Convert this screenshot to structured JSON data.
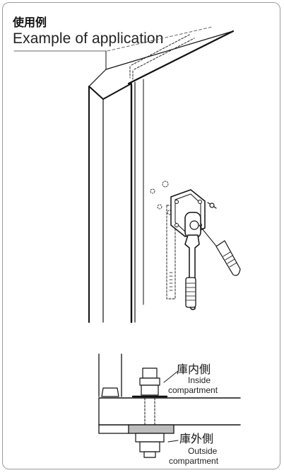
{
  "header": {
    "title_jp": "使用例",
    "title_en": "Example of application"
  },
  "labels": {
    "inside_jp": "庫内側",
    "inside_en_1": "Inside",
    "inside_en_2": "compartment",
    "outside_jp": "庫外側",
    "outside_en_1": "Outside",
    "outside_en_2": "compartment"
  }
}
